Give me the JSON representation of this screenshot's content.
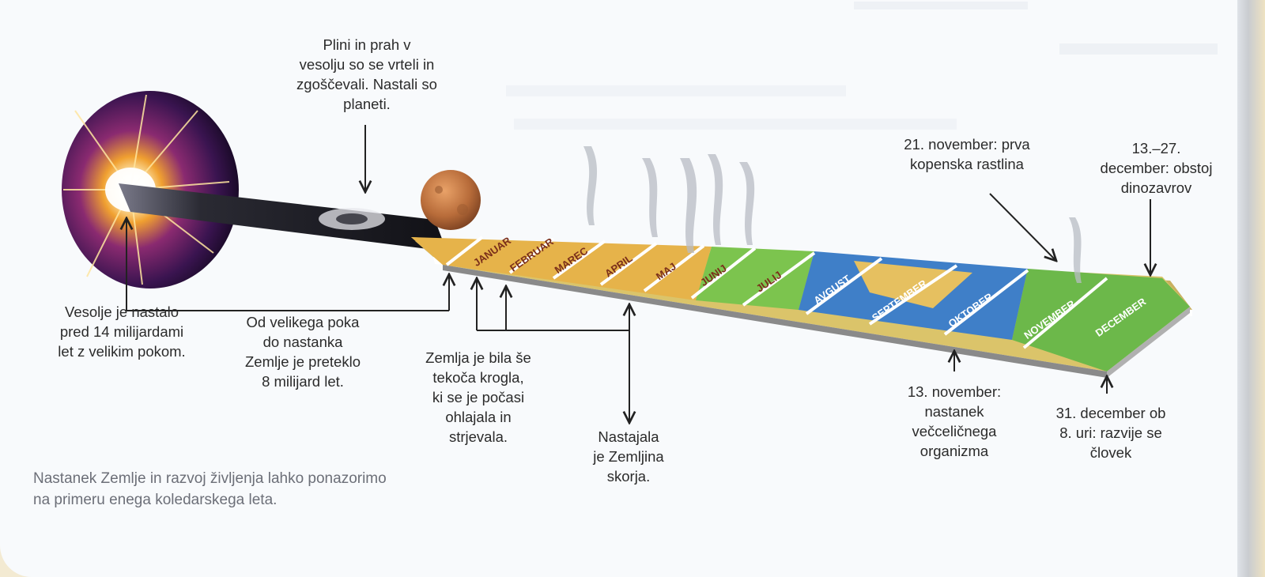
{
  "labels": {
    "planets": "Plini in prah v\nvesolju so se vrteli in\nzgoščevali. Nastali so\nplaneti.",
    "universe": "Vesolje je nastalo\npred 14 milijardami\nlet z velikim pokom.",
    "big_bang_to_earth": "Od velikega poka\ndo nastanka\nZemlje je preteklo\n8 milijard let.",
    "liquid_earth": "Zemlja je bila še\ntekoča krogla,\nki se je počasi\nohlajala in\nstrjevala.",
    "crust": "Nastajala\nje Zemljina\nskorja.",
    "land_plant": "21. november: prva\nkopenska rastlina",
    "dinosaurs": "13.–27.\ndecember: obstoj\ndinozavrov",
    "multicellular": "13. november:\nnastanek\nvečceličnega\norganizma",
    "human": "31. december ob\n8. uri: razvije se\nčlovek"
  },
  "months": [
    "JANUAR",
    "FEBRUAR",
    "MAREC",
    "APRIL",
    "MAJ",
    "JUNIJ",
    "JULIJ",
    "AVGUST",
    "SEPTEMBER",
    "OKTOBER",
    "NOVEMBER",
    "DECEMBER"
  ],
  "caption": "Nastanek Zemlje in razvoj življenja lahko ponazorimo\nna primeru enega koledarskega leta."
}
